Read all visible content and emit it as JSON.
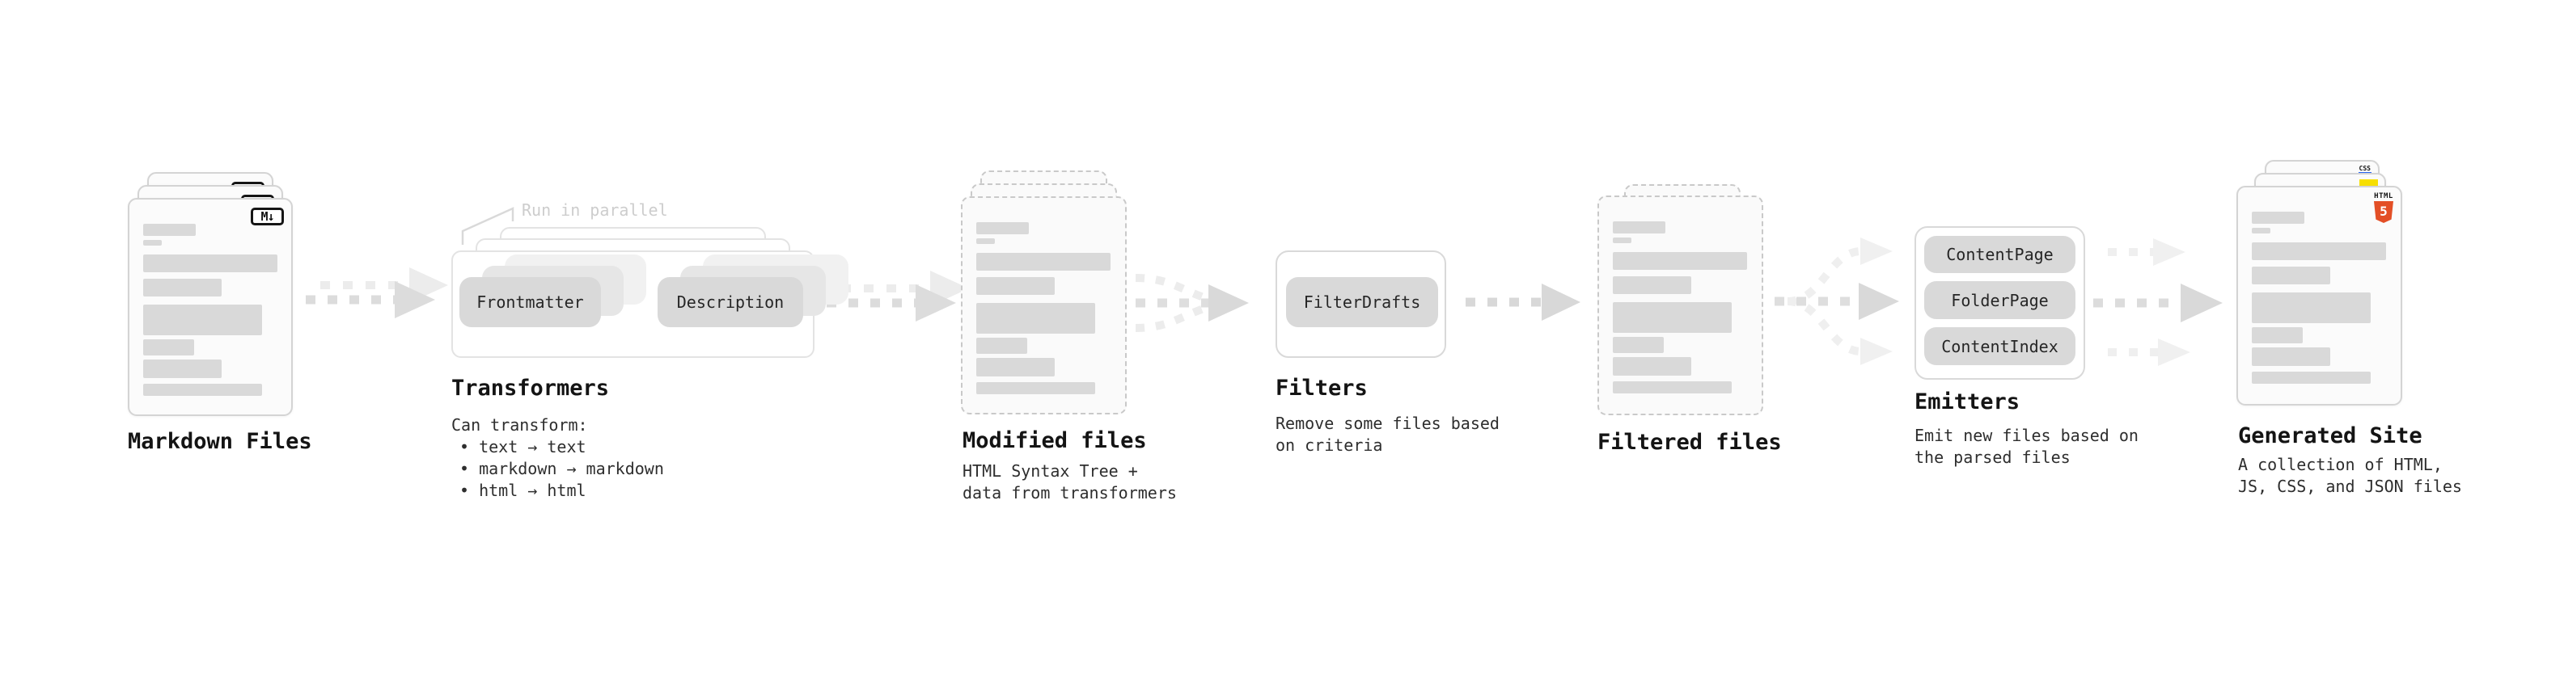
{
  "stages": {
    "markdown_files": {
      "label": "Markdown Files",
      "badge": "M↓"
    },
    "transformers": {
      "label": "Transformers",
      "callout": "Run in parallel",
      "boxes": [
        "Frontmatter",
        "Description"
      ],
      "desc_title": "Can transform:",
      "bullets": [
        "• text → text",
        "• markdown → markdown",
        "• html → html"
      ]
    },
    "modified_files": {
      "label": "Modified files",
      "desc": [
        "HTML Syntax Tree +",
        "data from transformers"
      ]
    },
    "filters": {
      "label": "Filters",
      "box": "FilterDrafts",
      "desc": [
        "Remove some files based",
        "on criteria"
      ]
    },
    "filtered_files": {
      "label": "Filtered files"
    },
    "emitters": {
      "label": "Emitters",
      "buttons": [
        "ContentPage",
        "FolderPage",
        "ContentIndex"
      ],
      "desc": [
        "Emit new files based on",
        "the parsed files"
      ]
    },
    "generated_site": {
      "label": "Generated Site",
      "desc": [
        "A collection of HTML,",
        "JS, CSS, and JSON files"
      ],
      "badges": {
        "css_label": "CSS",
        "html_label": "HTML",
        "html_number": "5"
      }
    }
  },
  "colors": {
    "html5_orange": "#e34f26",
    "js_yellow": "#f7df00",
    "css_blue": "#2965f1",
    "bar_gray": "#d9d9d9",
    "arrow_gray": "#dcdcdc",
    "callout_gray": "#cdcdcd",
    "text_dark": "#141414"
  }
}
